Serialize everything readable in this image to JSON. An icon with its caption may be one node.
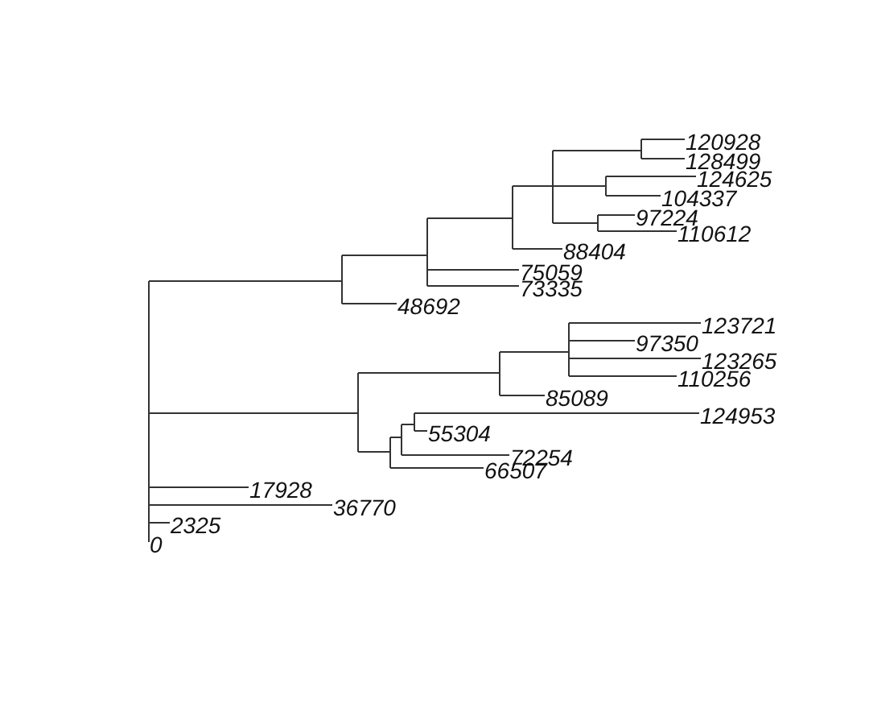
{
  "diagram": {
    "labels": [
      "120928",
      "128499",
      "124625",
      "104337",
      "97224",
      "110612",
      "88404",
      "75059",
      "73335",
      "48692",
      "123721",
      "97350",
      "123265",
      "110256",
      "85089",
      "124953",
      "55304",
      "72254",
      "66507",
      "17928",
      "36770",
      "2325",
      "0"
    ]
  }
}
